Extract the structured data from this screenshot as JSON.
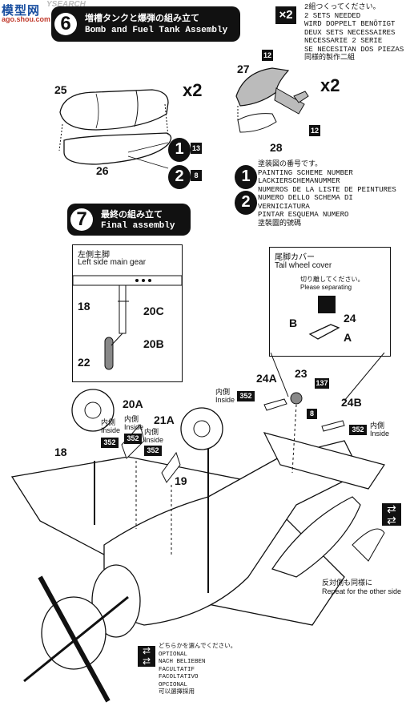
{
  "watermark": {
    "logo": "模型网",
    "site": "ago.shou.com",
    "ys": "YSEARCH"
  },
  "step6": {
    "number": "6",
    "title_jp": "増槽タンクと爆弾の組み立て",
    "title_en": "Bomb and Fuel Tank Assembly"
  },
  "step7": {
    "number": "7",
    "title_jp": "最終の組み立て",
    "title_en": "Final assembly"
  },
  "sets_needed": {
    "badge": "×2",
    "lines": [
      "2組つくってください。",
      "2 SETS NEEDED",
      "WIRD DOPPELT BENÖTIGT",
      "DEUX SETS NECESSAIRES",
      "NECESSARIE 2 SERIE",
      "SE NECESITAN DOS PIEZAS",
      "同様的製作二組"
    ]
  },
  "painting": {
    "lines": [
      "塗装図の番号です。",
      "PAINTING SCHEME NUMBER",
      "LACKIERSCHEMANUMMER",
      "NUMEROS DE LA LISTE DE PEINTURES",
      "NUMERO DELLO SCHEMA DI VERNICIATURA",
      "PINTAR ESQUEMA NUMERO",
      "塗裝圖的號碼"
    ],
    "num1": "1",
    "num2": "2"
  },
  "tank": {
    "part_a": "25",
    "part_b": "26",
    "mult": "x2",
    "scheme1": "1",
    "scheme1_color": "13",
    "scheme2": "2",
    "scheme2_color": "8"
  },
  "bomb": {
    "part_a": "27",
    "part_b": "28",
    "mult": "x2",
    "color_top": "12",
    "color_bottom": "12"
  },
  "left_gear": {
    "title_jp": "左側主脚",
    "title_en": "Left side main gear",
    "p18": "18",
    "p20c": "20C",
    "p20b": "20B",
    "p22": "22"
  },
  "tail_cover": {
    "title_jp": "尾脚カバー",
    "title_en": "Tail wheel cover",
    "cut_jp": "切り離してください。",
    "cut_en": "Please separating",
    "pB": "B",
    "p24": "24",
    "pA": "A"
  },
  "assembly": {
    "p24A": "24A",
    "inside_jp1": "内側",
    "inside_en1": "Inside",
    "c352a": "352",
    "p23": "23",
    "c137": "137",
    "c8": "8",
    "p24B": "24B",
    "c352b": "352",
    "inside_jp2": "内側",
    "inside_en2": "Inside",
    "p20A": "20A",
    "inside_jp3": "内側",
    "inside_en3": "Inside",
    "c352c": "352",
    "p21A": "21A",
    "inside_jp4": "内側",
    "inside_en4": "Inside",
    "c352d": "352",
    "p18": "18",
    "c352e": "352",
    "inside_jp5": "内側",
    "inside_en5": "Inside",
    "p19": "19"
  },
  "other_side": {
    "jp": "反対側も同様に",
    "en": "Repeat for the other side"
  },
  "optional": {
    "lines": [
      "どちらかを選んでください。",
      "OPTIONAL",
      "NACH BELIEBEN",
      "FACULTATIF",
      "FACOLTATIVO",
      "OPCIONAL",
      "可以選擇採用"
    ]
  }
}
